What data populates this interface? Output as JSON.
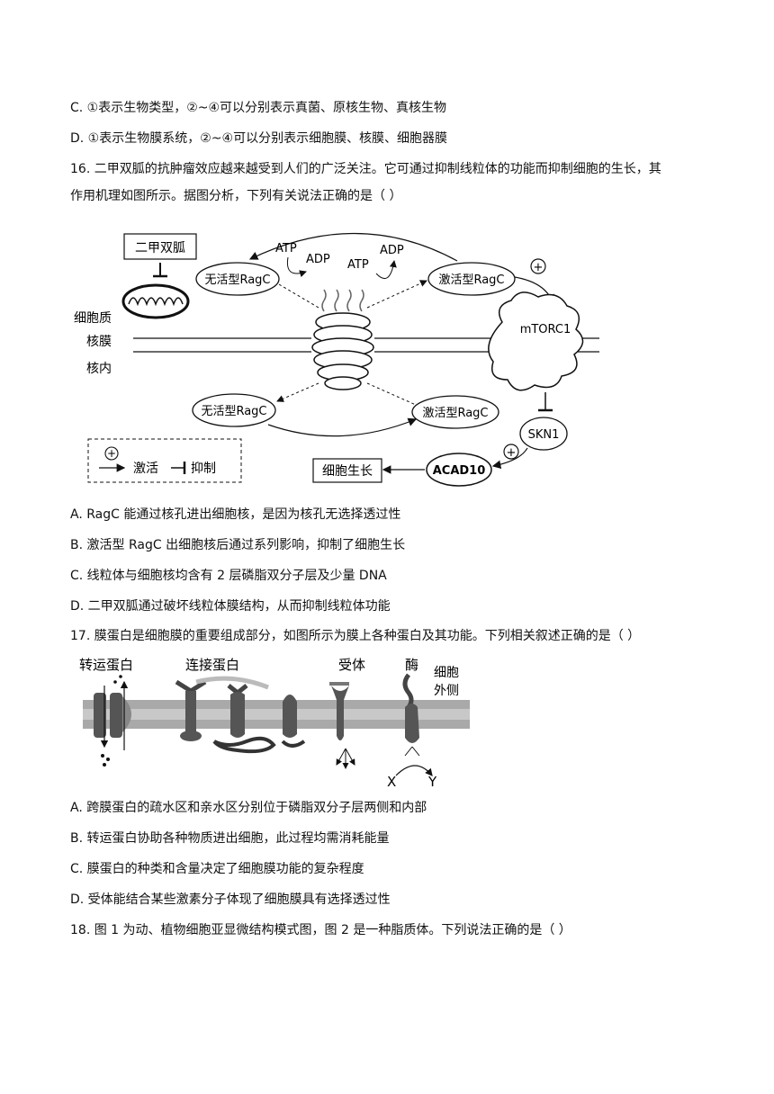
{
  "lines": {
    "c15": "C. ①表示生物类型，②~④可以分别表示真菌、原核生物、真核生物",
    "d15": "D. ①表示生物膜系统，②~④可以分别表示细胞膜、核膜、细胞器膜",
    "q16a": "16.  二甲双胍的抗肿瘤效应越来越受到人们的广泛关注。它可通过抑制线粒体的功能而抑制细胞的生长，其",
    "q16b": "作用机理如图所示。据图分析，下列有关说法正确的是（        ）",
    "a16": "A. RagC 能通过核孔进出细胞核，是因为核孔无选择透过性",
    "b16": "B.  激活型 RagC 出细胞核后通过系列影响，抑制了细胞生长",
    "c16": "C.  线粒体与细胞核均含有 2 层磷脂双分子层及少量 DNA",
    "d16": "D.  二甲双胍通过破坏线粒体膜结构，从而抑制线粒体功能",
    "q17": "17.  膜蛋白是细胞膜的重要组成部分，如图所示为膜上各种蛋白及其功能。下列相关叙述正确的是（        ）",
    "a17": "A.  跨膜蛋白的疏水区和亲水区分别位于磷脂双分子层两侧和内部",
    "b17": "B.  转运蛋白协助各种物质进出细胞，此过程均需消耗能量",
    "c17": "C.  膜蛋白的种类和含量决定了细胞膜功能的复杂程度",
    "d17": "D.  受体能结合某些激素分子体现了细胞膜具有选择透过性",
    "q18": "18.  图 1 为动、植物细胞亚显微结构模式图，图 2 是一种脂质体。下列说法正确的是（        ）"
  },
  "fig16": {
    "drug": "二甲双胍",
    "cytoplasm": "细胞质",
    "nuclear_membrane": "核膜",
    "nucleus_inside": "核内",
    "inactive_ragc": "无活型RagC",
    "active_ragc": "激活型RagC",
    "atp": "ATP",
    "adp": "ADP",
    "mtorc1": "mTORC1",
    "skn1": "SKN1",
    "acad10": "ACAD10",
    "cell_growth": "细胞生长",
    "plus": "⊕",
    "legend_activate": "激活",
    "legend_inhibit": "抑制"
  },
  "fig17": {
    "transport": "转运蛋白",
    "connect": "连接蛋白",
    "receptor": "受体",
    "enzyme": "酶",
    "outside_1": "细胞",
    "outside_2": "外侧",
    "x": "X",
    "y": "Y"
  },
  "colors": {
    "membrane_band": "#a9a9a9",
    "protein": "#555555",
    "ink": "#111111"
  }
}
